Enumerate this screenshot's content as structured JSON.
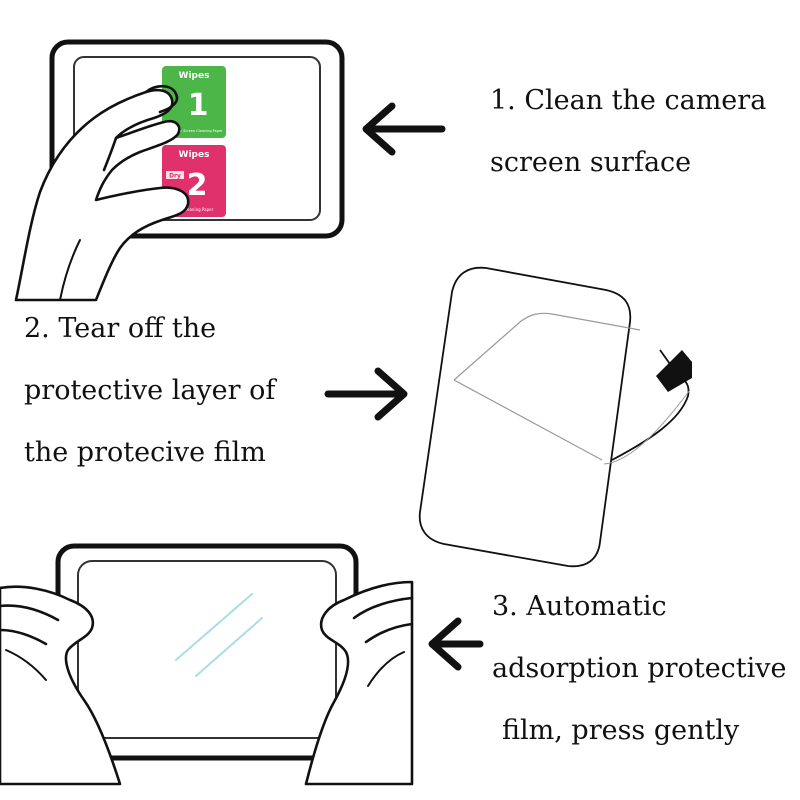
{
  "steps": [
    {
      "lines": [
        "1. Clean the camera",
        "screen surface"
      ]
    },
    {
      "lines": [
        "2. Tear off the",
        "protective layer of",
        "the protecive film"
      ]
    },
    {
      "lines": [
        "3. Automatic",
        "adsorption protective",
        "film, press gently"
      ]
    }
  ],
  "wipes": {
    "wipe1": {
      "title": "Wipes",
      "number": "1",
      "caption": "Antistatic Screen Cleaning Paper"
    },
    "wipe2": {
      "title": "Wipes",
      "tag": "Dry",
      "number": "2",
      "caption": "Dry Cleaning Paper"
    }
  },
  "colors": {
    "ink": "#111111",
    "wipe1_green": "#4cb648",
    "wipe2_pink": "#e0316c",
    "film_line": "#9a9a9a",
    "glare": "#a8dde8"
  },
  "icons": [
    "arrow-left-icon",
    "arrow-right-icon",
    "hand-icon"
  ]
}
